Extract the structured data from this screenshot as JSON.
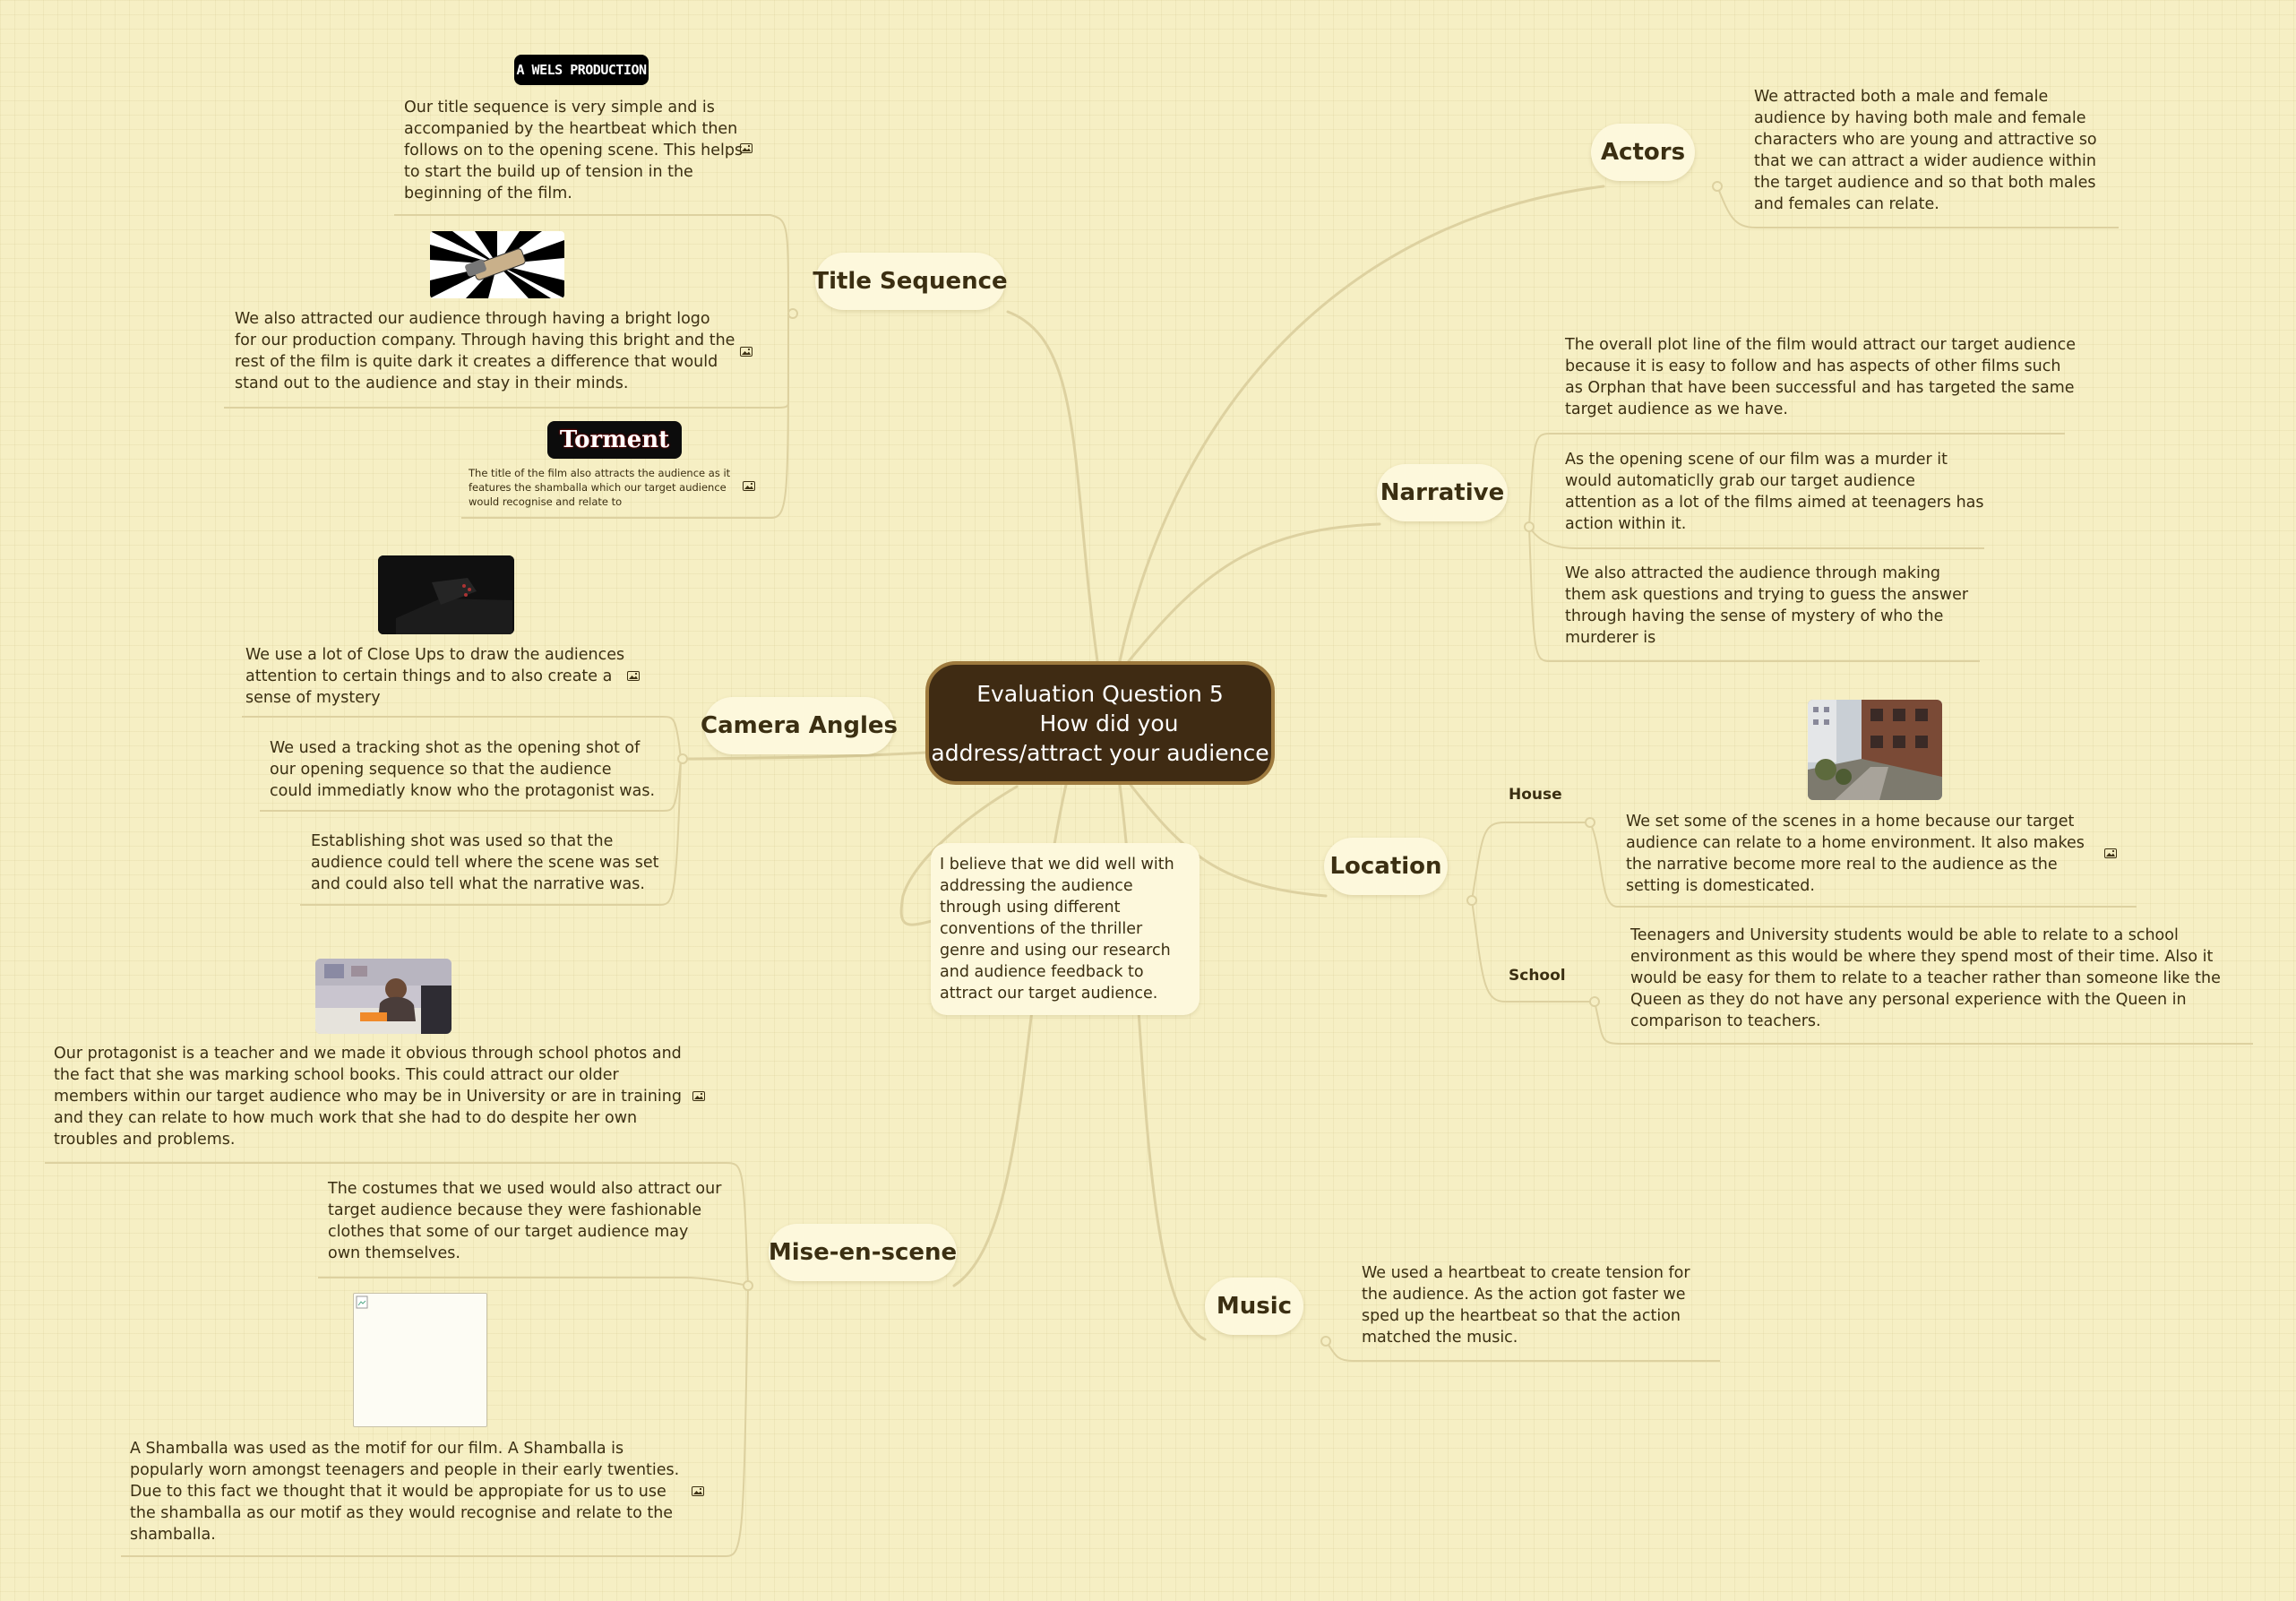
{
  "central": {
    "line1": "Evaluation Question 5",
    "line2": "How did you",
    "line3": "address/attract your audience"
  },
  "callout": "I believe that we did well with addressing the audience through using different conventions of the thriller genre and using our research and audience feedback to attract our target audience.",
  "branches": {
    "title_sequence": {
      "label": "Title Sequence",
      "logo_text": "A WELS PRODUCTION",
      "title_text": "Torment",
      "notes": [
        "Our title sequence is very simple and is accompanied by the heartbeat which then follows on to the opening scene. This helps to start the build up of tension in the beginning of the film.",
        "We also attracted our audience through having a bright logo for our production company. Through having this bright and the rest of the film is quite dark it creates a difference that would stand out to the audience and stay in their minds.",
        "The title of the film also attracts the audience as it features the shamballa which our target audience would recognise and relate to"
      ]
    },
    "camera_angles": {
      "label": "Camera Angles",
      "notes": [
        "We use a lot of Close Ups to draw the audiences attention to certain things and to also create a sense of mystery",
        "We used a tracking shot as the opening shot of our opening sequence so that the audience could immediatly know who the protagonist was.",
        "Establishing shot was used so that the audience could tell where the scene was set and could also tell what the narrative was."
      ]
    },
    "mise_en_scene": {
      "label": "Mise-en-scene",
      "notes": [
        "Our protagonist is a teacher and we made it obvious through school photos and the fact that she was marking school books. This could attract our older members within our target audience who may be in University or are in training and they can relate to how much work that she had to do despite her own troubles and problems.",
        "The costumes that we used would also attract our target audience because they were fashionable clothes that some of our target audience may own themselves.",
        "A Shamballa was used as the motif for our film. A Shamballa is popularly worn amongst teenagers and people in their early twenties. Due to this fact we thought that it would be appropiate for us to use the shamballa as our motif as they would recognise and relate to the shamballa."
      ]
    },
    "actors": {
      "label": "Actors",
      "notes": [
        "We attracted both a male and female audience by having both male and female characters who are young and attractive so that we can attract a wider audience within the target audience and so that both males and females can relate."
      ]
    },
    "narrative": {
      "label": "Narrative",
      "notes": [
        "The overall plot line of the film would attract our target audience because it is easy to follow and has aspects of other films such as Orphan that have been successful and has targeted the same target audience as we have.",
        "As the opening scene of our film was a murder it would automaticlly grab our target audience attention as a lot of the films aimed at teenagers has action within it.",
        "We also attracted the audience through making them ask questions and trying to guess the answer through having the sense of mystery of who the murderer is"
      ]
    },
    "location": {
      "label": "Location",
      "house_label": "House",
      "school_label": "School",
      "notes": [
        "We set some of the scenes in a home because our target audience can relate to a home environment. It also makes the narrative become more real to the audience as the setting is domesticated.",
        "Teenagers and University students would be able to relate to a school environment as this would be where they spend most of their time. Also it would be easy for them to relate to a teacher rather than someone like the Queen as they do not have any personal experience with the Queen in comparison to teachers."
      ]
    },
    "music": {
      "label": "Music",
      "notes": [
        "We used a heartbeat to create tension for the audience. As the action got faster we sped up the heartbeat so that the action matched the music."
      ]
    }
  },
  "colors": {
    "background": "#f6efc4",
    "central_fill": "#3f2b13",
    "central_border": "#9e7a3e",
    "node_fill": "#fdf8dc",
    "connector": "#ddd1a0",
    "text": "#3b2f12"
  },
  "icons": [
    "image-attachment-icon"
  ]
}
